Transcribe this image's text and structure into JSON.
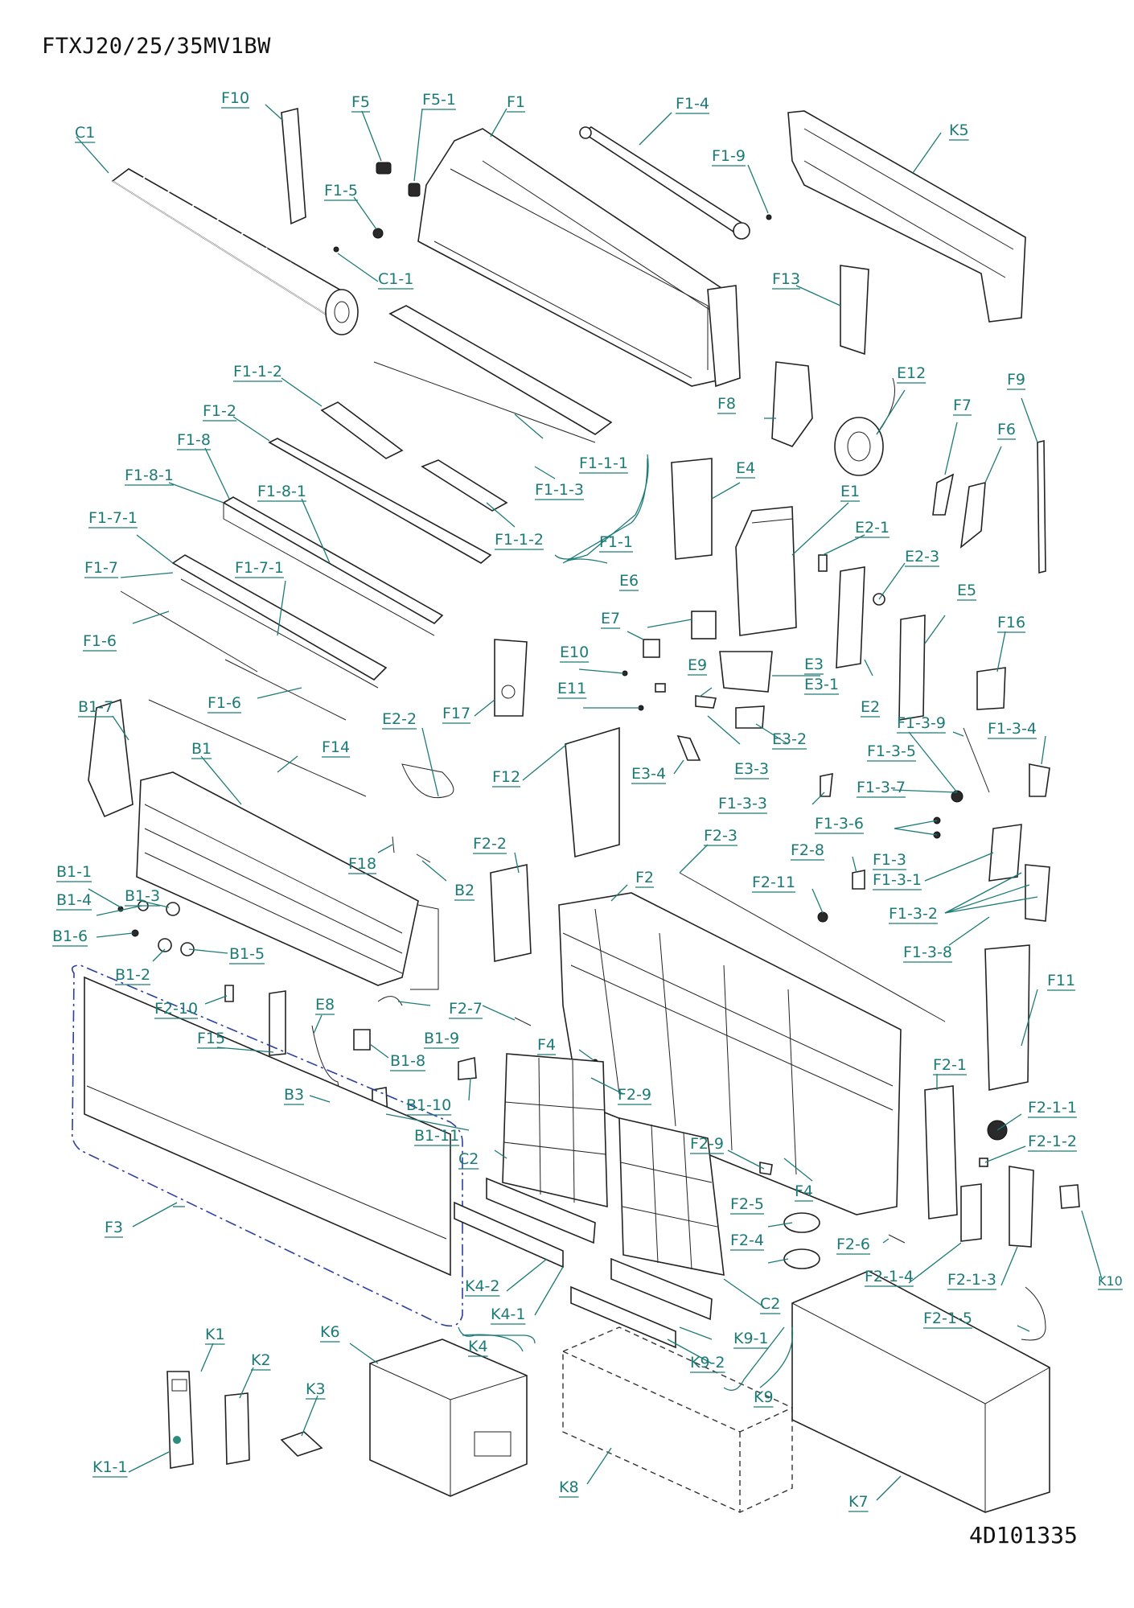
{
  "header": {
    "model": "FTXJ20/25/35MV1BW"
  },
  "footer": {
    "document_number": "4D101335"
  },
  "labels": {
    "C1": "C1",
    "C1_1": "C1-1",
    "F10": "F10",
    "F5": "F5",
    "F5_1": "F5-1",
    "F1": "F1",
    "F1_4": "F1-4",
    "F1_9": "F1-9",
    "K5": "K5",
    "F1_5": "F1-5",
    "F13": "F13",
    "F1_1_2a": "F1-1-2",
    "F1_2": "F1-2",
    "F1_8": "F1-8",
    "F1_8_1a": "F1-8-1",
    "F1_8_1b": "F1-8-1",
    "F1_1_1": "F1-1-1",
    "F1_1_3": "F1-1-3",
    "F1_1_2b": "F1-1-2",
    "F1_1": "F1-1",
    "F1_7_1a": "F1-7-1",
    "F1_7": "F1-7",
    "F1_7_1b": "F1-7-1",
    "F1_6a": "F1-6",
    "F1_6b": "F1-6",
    "F8": "F8",
    "E12": "E12",
    "F9": "F9",
    "F7": "F7",
    "F6": "F6",
    "E4": "E4",
    "E1": "E1",
    "E2_1": "E2-1",
    "E2_3": "E2-3",
    "E5": "E5",
    "E6": "E6",
    "E7": "E7",
    "E10": "E10",
    "E11": "E11",
    "E9": "E9",
    "E3": "E3",
    "E3_1": "E3-1",
    "E2": "E2",
    "F16": "F16",
    "F17": "F17",
    "E3_2": "E3-2",
    "E3_3": "E3-3",
    "E3_4": "E3-4",
    "F12": "F12",
    "F1_3_9": "F1-3-9",
    "F1_3_4": "F1-3-4",
    "F1_3_5": "F1-3-5",
    "F1_3_3": "F1-3-3",
    "F1_3_7": "F1-3-7",
    "F1_3_6": "F1-3-6",
    "F2_8": "F2-8",
    "F1_3": "F1-3",
    "F1_3_1": "F1-3-1",
    "F1_3_2": "F1-3-2",
    "F1_3_8": "F1-3-8",
    "F2_11": "F2-11",
    "F2_3": "F2-3",
    "F2": "F2",
    "B1_7": "B1-7",
    "F14": "F14",
    "B1": "B1",
    "E2_2": "E2-2",
    "F18": "F18",
    "F2_2": "F2-2",
    "B2": "B2",
    "B1_1": "B1-1",
    "B1_4": "B1-4",
    "B1_3": "B1-3",
    "B1_6": "B1-6",
    "B1_5": "B1-5",
    "B1_2": "B1-2",
    "F2_10": "F2-10",
    "E8": "E8",
    "F2_7": "F2-7",
    "F15": "F15",
    "B1_9": "B1-9",
    "F4a": "F4",
    "B1_8": "B1-8",
    "F2_9a": "F2-9",
    "B3": "B3",
    "B1_10": "B1-10",
    "B1_11": "B1-11",
    "F11": "F11",
    "F2_1": "F2-1",
    "F2_1_1": "F2-1-1",
    "F2_1_2": "F2-1-2",
    "C2a": "C2",
    "F2_9b": "F2-9",
    "F4b": "F4",
    "F3": "F3",
    "F2_5": "F2-5",
    "F2_6": "F2-6",
    "F2_4": "F2-4",
    "F2_1_4": "F2-1-4",
    "F2_1_3": "F2-1-3",
    "K10": "K10",
    "K4_2": "K4-2",
    "K4_1": "K4-1",
    "C2b": "C2",
    "F2_1_5": "F2-1-5",
    "K4": "K4",
    "K9_1": "K9-1",
    "K1": "K1",
    "K2": "K2",
    "K6": "K6",
    "K9_2": "K9-2",
    "K9": "K9",
    "K3": "K3",
    "K1_1": "K1-1",
    "K8": "K8",
    "K7": "K7"
  }
}
